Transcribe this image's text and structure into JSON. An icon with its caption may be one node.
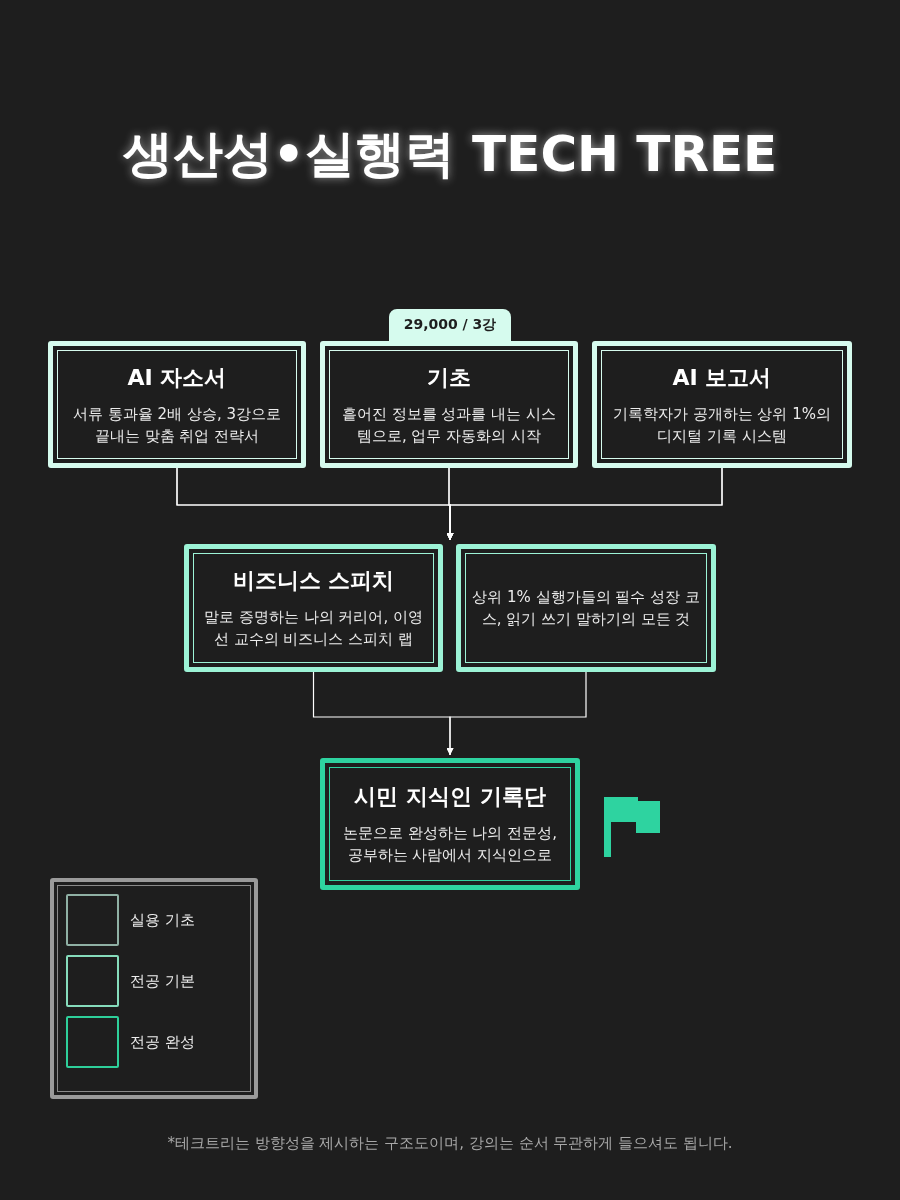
{
  "diagram": {
    "title": "생산성•실행력 TECH TREE",
    "nodes": [
      {
        "text": [
          "AI 자소서",
          "서류 통과율 2배 상승, 3강으로 끝내는 맞춤 취업 전략서"
        ]
      },
      {
        "text": [
          "기초",
          "흩어진 정보를 성과를 내는 시스템으로, 업무 자동화의 시작"
        ],
        "beside": [
          "29,000 / 3강"
        ]
      },
      {
        "text": [
          "AI 보고서",
          "기록학자가 공개하는 상위 1%의 디지털 기록 시스템"
        ]
      },
      {
        "text": [
          "비즈니스 스피치",
          "말로 증명하는 나의 커리어, 이영선 교수의 비즈니스 스피치 랩"
        ]
      },
      {
        "text": [
          "상위 1% 실행가들의 필수 성장 코스, 읽기 쓰기 말하기의 모든 것"
        ]
      },
      {
        "text": [
          "시민 지식인 기록단",
          "논문으로 완성하는 나의 전문성, 공부하는 사람에서 지식인으로"
        ]
      }
    ],
    "edges": [
      {
        "from": 0,
        "to": 3,
        "arrow": "to"
      },
      {
        "from": 0,
        "to": 4,
        "arrow": "to"
      },
      {
        "from": 1,
        "to": 3,
        "arrow": "to"
      },
      {
        "from": 1,
        "to": 4,
        "arrow": "to"
      },
      {
        "from": 2,
        "to": 3,
        "arrow": "to"
      },
      {
        "from": 2,
        "to": 4,
        "arrow": "to"
      },
      {
        "from": 3,
        "to": 5,
        "arrow": "to"
      },
      {
        "from": 4,
        "to": 5,
        "arrow": "to"
      }
    ],
    "labels": [
      "*테크트리는 방향성을 제시하는 구조도이며, 강의는 순서 무관하게 들으셔도 됩니다."
    ],
    "legend": [
      {
        "text": "실용 기초",
        "color": "#8fb0a4"
      },
      {
        "text": "전공 기본",
        "color": "#86dcbc"
      },
      {
        "text": "전공 완성",
        "color": "#2ecf9a"
      }
    ]
  }
}
